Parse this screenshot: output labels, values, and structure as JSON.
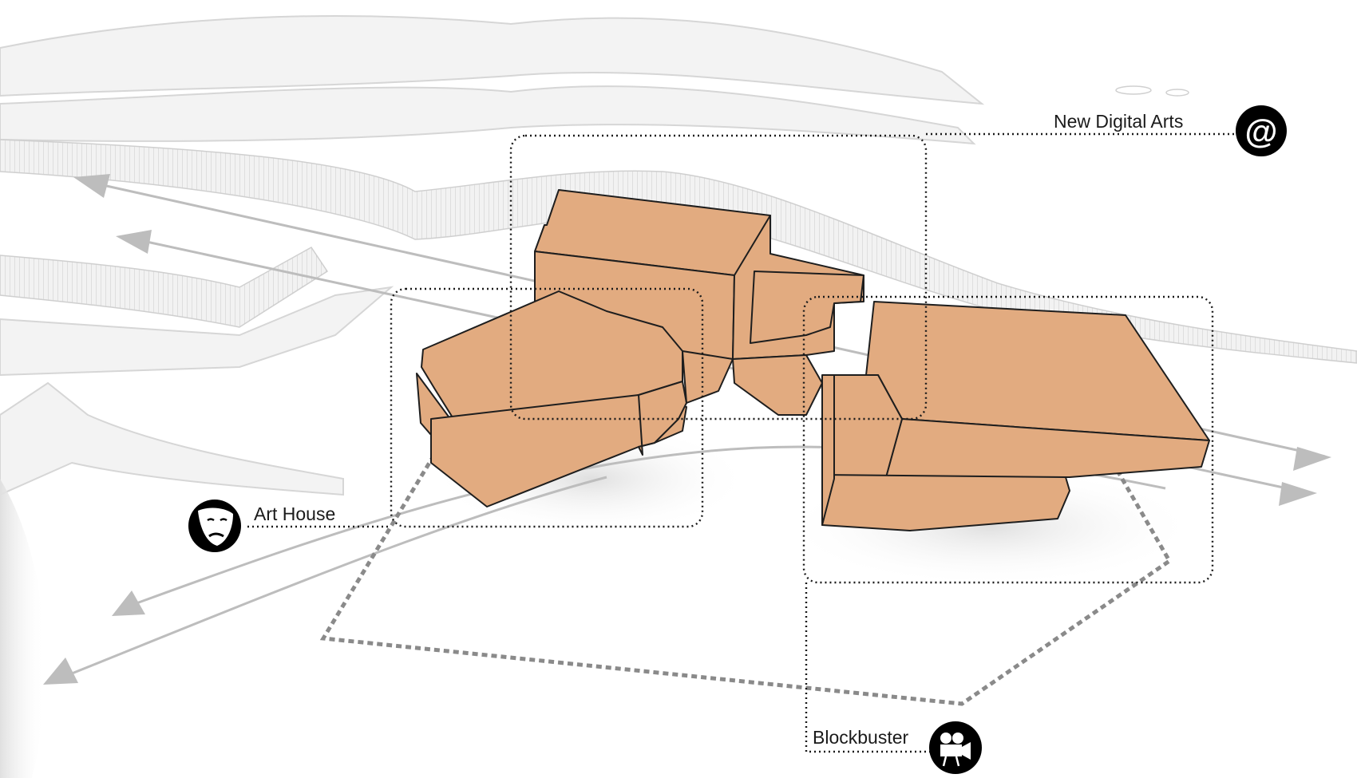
{
  "labels": {
    "new_digital_arts": "New Digital Arts",
    "art_house": "Art House",
    "blockbuster": "Blockbuster",
    "at_symbol": "@"
  },
  "colors": {
    "mass_fill": "#e2ab80",
    "icon_background": "#000000"
  },
  "icons": {
    "new_digital_arts": "at-sign-icon",
    "art_house": "theater-mask-icon",
    "blockbuster": "film-camera-icon"
  }
}
